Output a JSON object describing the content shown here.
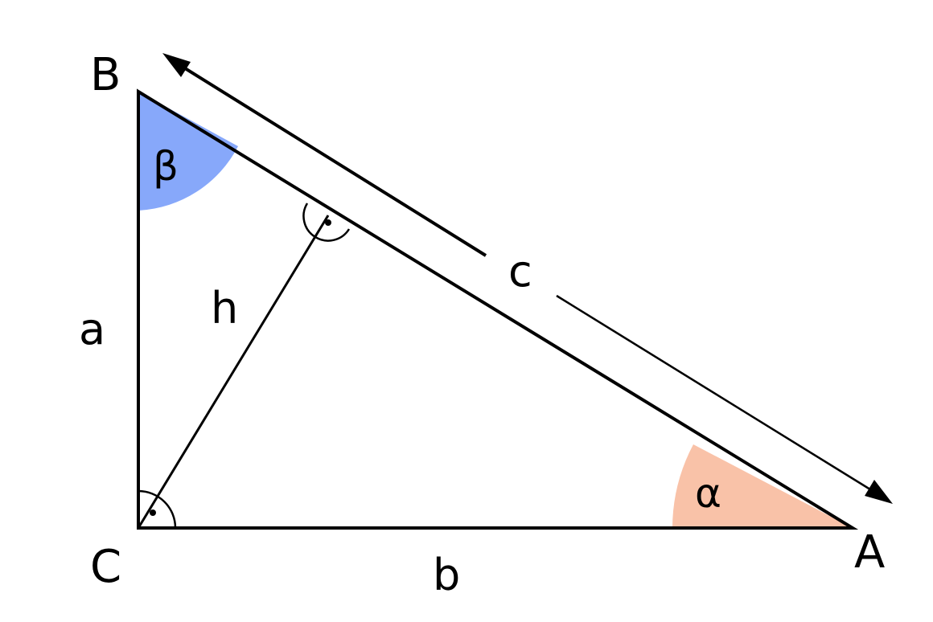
{
  "diagram": {
    "vertices": {
      "A": "A",
      "B": "B",
      "C": "C"
    },
    "sides": {
      "a": "a",
      "b": "b",
      "c": "c",
      "h": "h"
    },
    "angles": {
      "alpha": "α",
      "beta": "β"
    }
  },
  "colors": {
    "alpha_fill": "#f9c2a8",
    "beta_fill": "#87a8fa",
    "stroke": "#000000",
    "background": "#ffffff"
  }
}
